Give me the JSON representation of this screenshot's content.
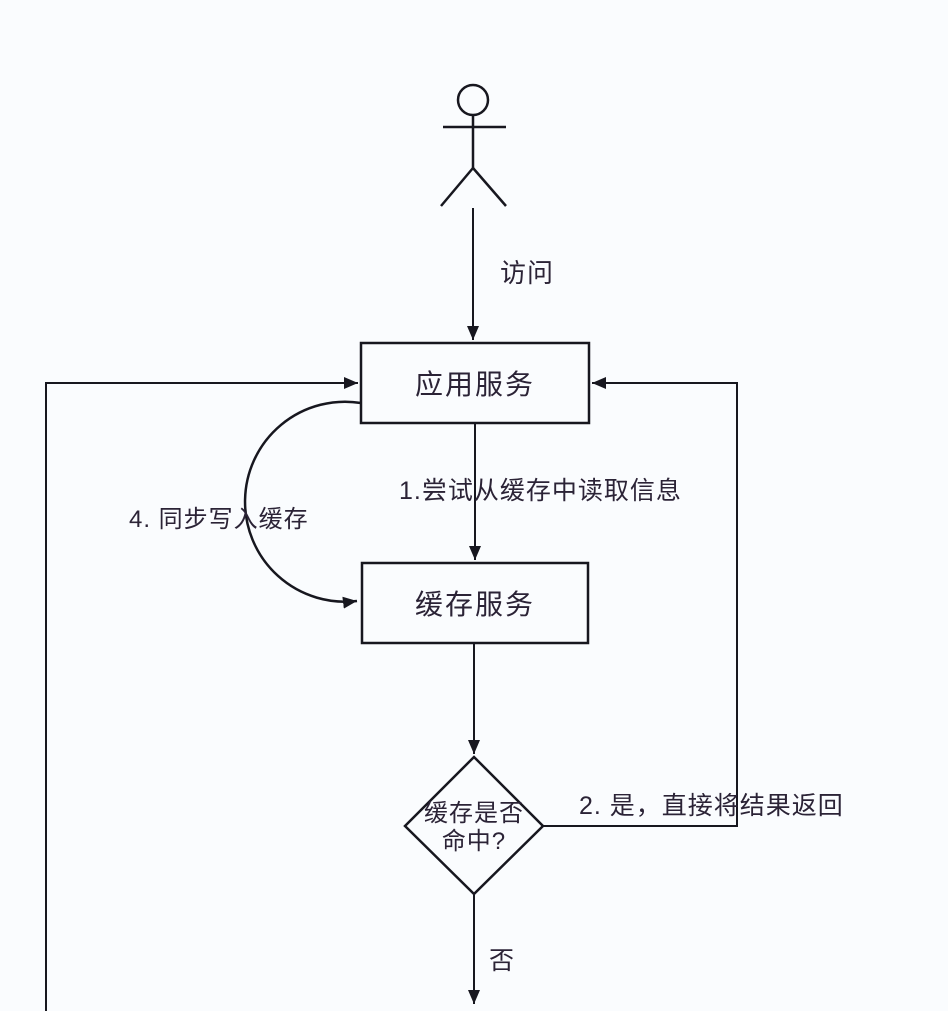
{
  "colors": {
    "background": "#fafcfe",
    "stroke": "#17171f",
    "text": "#2b2336"
  },
  "nodes": {
    "app_service": "应用服务",
    "cache_service": "缓存服务",
    "decision": "缓存是否命中?"
  },
  "edges": {
    "visit": "访问",
    "read_cache": "1.尝试从缓存中读取信息",
    "sync_write": "4. 同步写入缓存",
    "hit_return": "2. 是，直接将结果返回",
    "miss": "否"
  }
}
